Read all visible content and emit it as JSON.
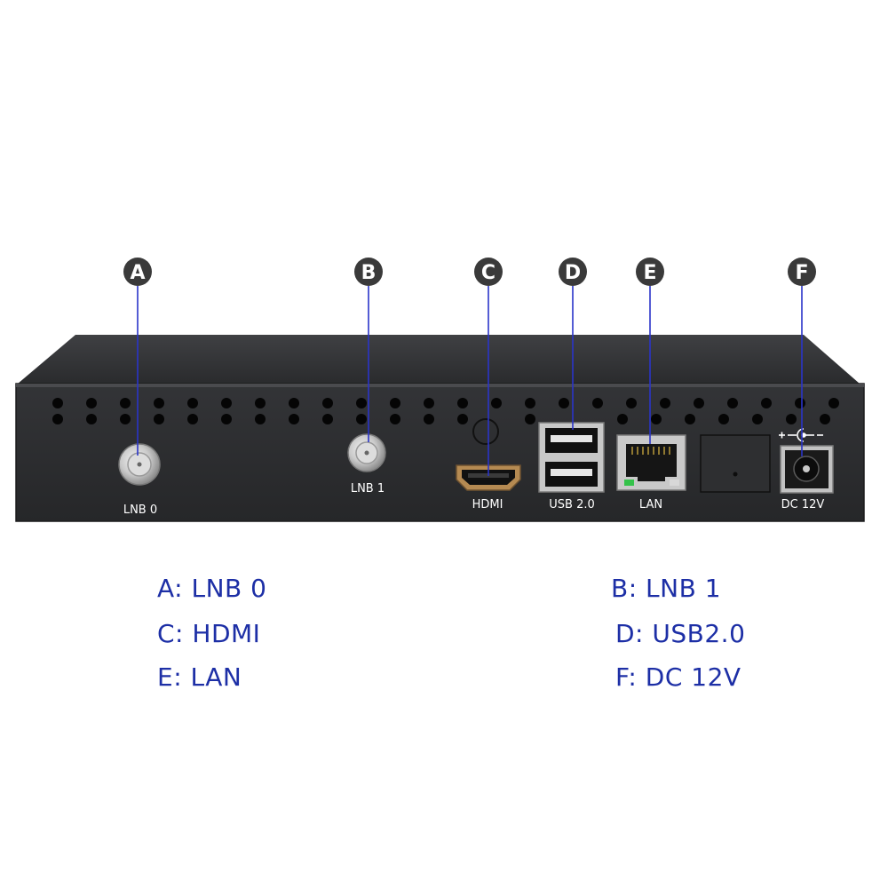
{
  "callouts": [
    {
      "letter": "A",
      "port_label": "LNB 0"
    },
    {
      "letter": "B",
      "port_label": "LNB 1"
    },
    {
      "letter": "C",
      "port_label": "HDMI"
    },
    {
      "letter": "D",
      "port_label": "USB 2.0"
    },
    {
      "letter": "E",
      "port_label": "LAN"
    },
    {
      "letter": "F",
      "port_label": "DC 12V"
    }
  ],
  "legend": [
    {
      "text": "A: LNB 0"
    },
    {
      "text": "B: LNB 1"
    },
    {
      "text": "C: HDMI"
    },
    {
      "text": "D: USB2.0"
    },
    {
      "text": "E: LAN"
    },
    {
      "text": "F: DC 12V"
    }
  ],
  "colors": {
    "legend_text": "#1d2fa6",
    "callout_line": "#2a34c9",
    "chassis": "#2b2c2e",
    "chassis_top": "#3a3b3e"
  }
}
